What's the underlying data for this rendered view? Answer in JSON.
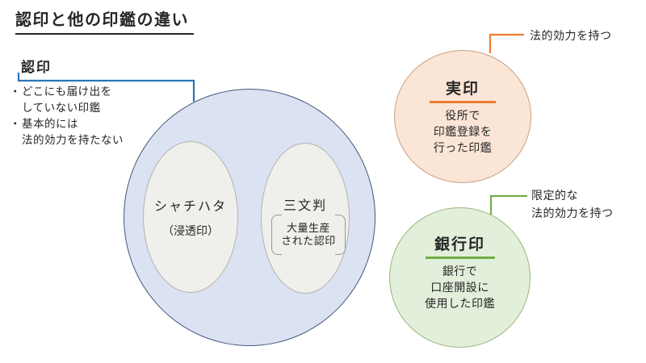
{
  "title": {
    "text": "認印と他の印鑑の違い"
  },
  "colors": {
    "connector_blue": "#2e74b5",
    "venn_fill": "#dbe2f1",
    "venn_border": "#44597c",
    "ellipse_fill": "#efefec",
    "ellipse_border": "#b3b3ae",
    "bracket_border": "#999999",
    "jitsuin_fill": "#fbe5d6",
    "jitsuin_border": "#c9a181",
    "jitsuin_accent": "#ed7d31",
    "ginkoin_fill": "#e2efda",
    "ginkoin_border": "#9ab87f",
    "ginkoin_accent": "#70ad47",
    "text": "#262626"
  },
  "mitomein": {
    "label": "認印",
    "note_lines": [
      {
        "marker": "・",
        "text": "どこにも届け出を"
      },
      {
        "marker": "",
        "text": "していない印鑑"
      },
      {
        "marker": "・",
        "text": "基本的には"
      },
      {
        "marker": "",
        "text": "法的効力を持たない"
      }
    ]
  },
  "venn": {
    "shachihata": {
      "title": "シャチハタ",
      "subtitle": "（浸透印）"
    },
    "sanmonban": {
      "title": "三文判",
      "note_lines": [
        "大量生産",
        "された認印"
      ]
    }
  },
  "jitsuin": {
    "label": "実印",
    "desc_lines": [
      "役所で",
      "印鑑登録を",
      "行った印鑑"
    ],
    "callout_label": "法的効力を持つ"
  },
  "ginkoin": {
    "label": "銀行印",
    "desc_lines": [
      "銀行で",
      "口座開設に",
      "使用した印鑑"
    ],
    "callout_lines": [
      "限定的な",
      "法的効力を持つ"
    ]
  }
}
